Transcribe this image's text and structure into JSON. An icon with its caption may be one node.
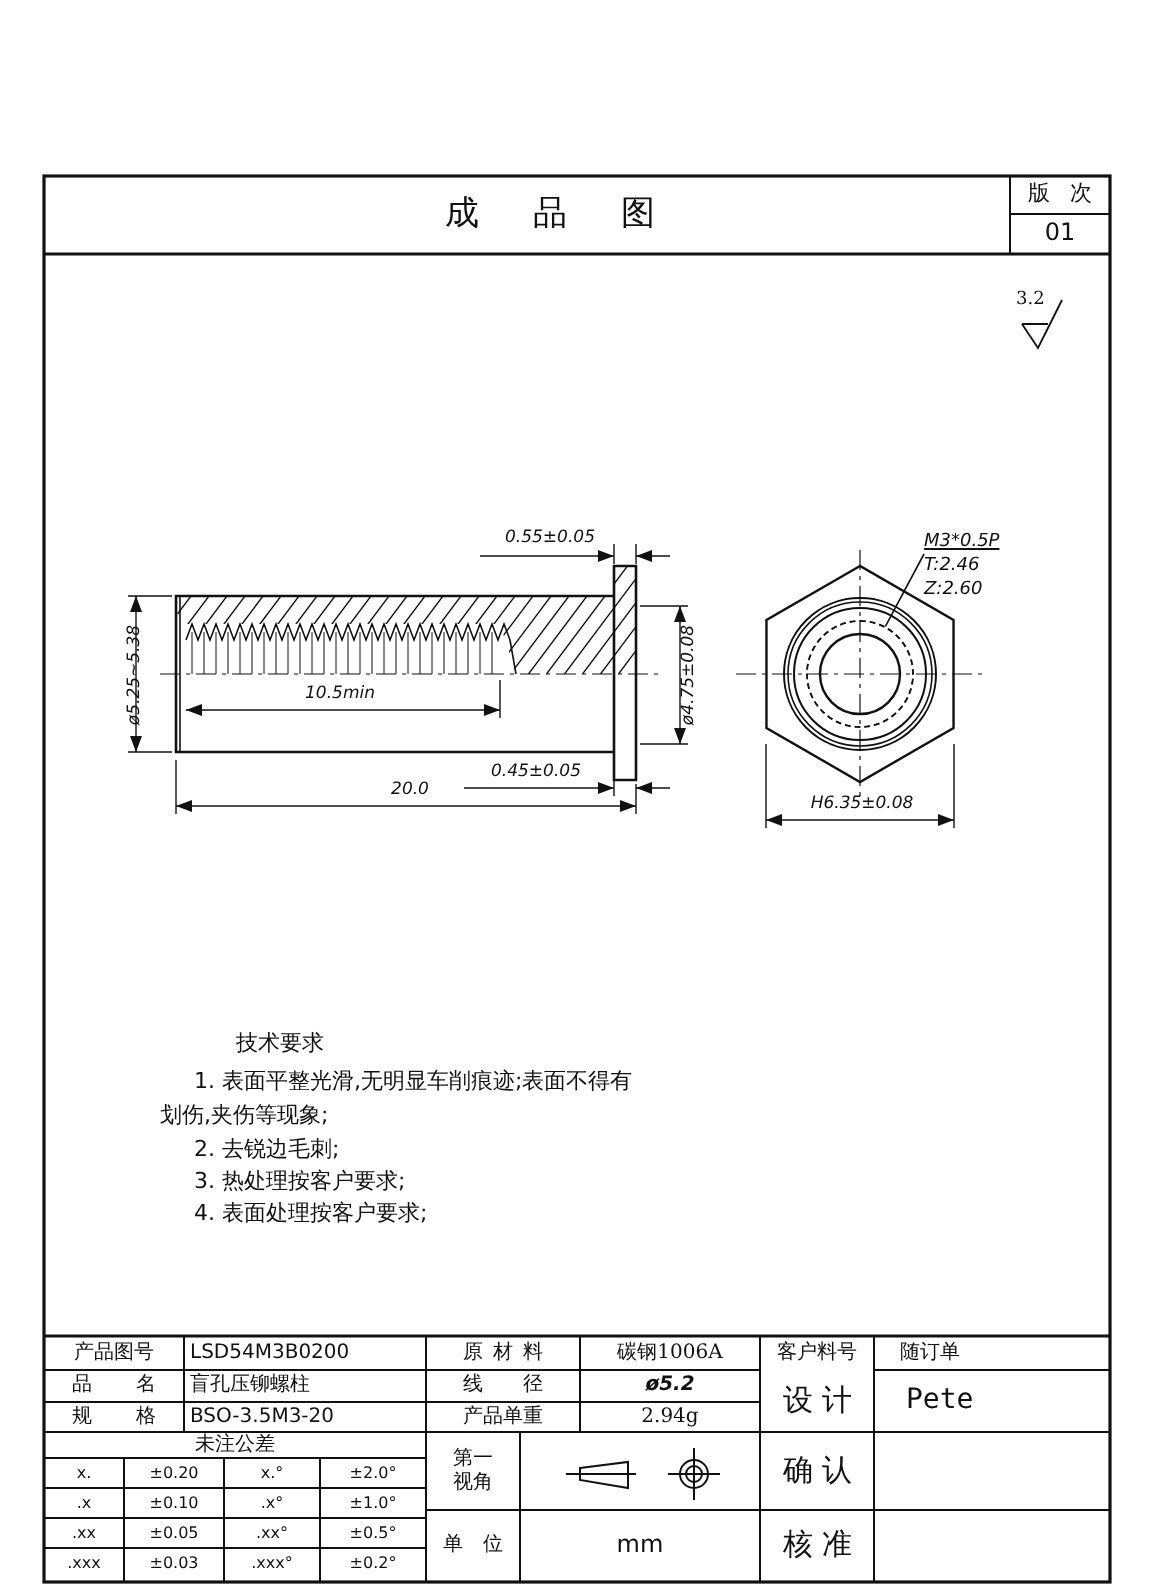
{
  "diagram": {
    "title": "成品图",
    "nodes": [
      {
        "text": [
          "M3*0.5P",
          "T:2.46",
          "Z:2.60"
        ]
      },
      {
        "text": [],
        "shape": "circle"
      }
    ],
    "edges": [
      {
        "from": 0,
        "to": 1,
        "arrow": "none"
      }
    ],
    "labels": [
      "版次",
      "01",
      "3.2",
      "0.55±0.05",
      "ø5.25~5.38",
      "ø4.75±0.08",
      "10.5min",
      "0.45±0.05",
      "20.0",
      "H6.35±0.08",
      "技术要求",
      "1. 表面平整光滑,无明显车削痕迹;表面不得有划伤,夹伤等现象;",
      "2. 去锐边毛刺;",
      "3. 热处理按客户要求;",
      "4. 表面处理按客户要求;",
      "产品图号",
      "LSD54M3B0200",
      "原材料",
      "碳钢1006A",
      "客户料号",
      "随订单",
      "品名",
      "盲孔压铆螺柱",
      "线径",
      "ø5.2",
      "设计",
      "Pete",
      "规格",
      "BSO-3.5M3-20",
      "产品单重",
      "2.94g",
      "未注公差",
      "x.",
      "±0.20",
      "x.°",
      "±2.0°",
      ".x",
      "±0.10",
      ".x°",
      "±1.0°",
      ".xx",
      "±0.05",
      ".xx°",
      "±0.5°",
      ".xxx",
      "±0.03",
      ".xxx°",
      "±0.2°",
      "第一视角",
      "确认",
      "单位",
      "mm",
      "核准"
    ]
  }
}
